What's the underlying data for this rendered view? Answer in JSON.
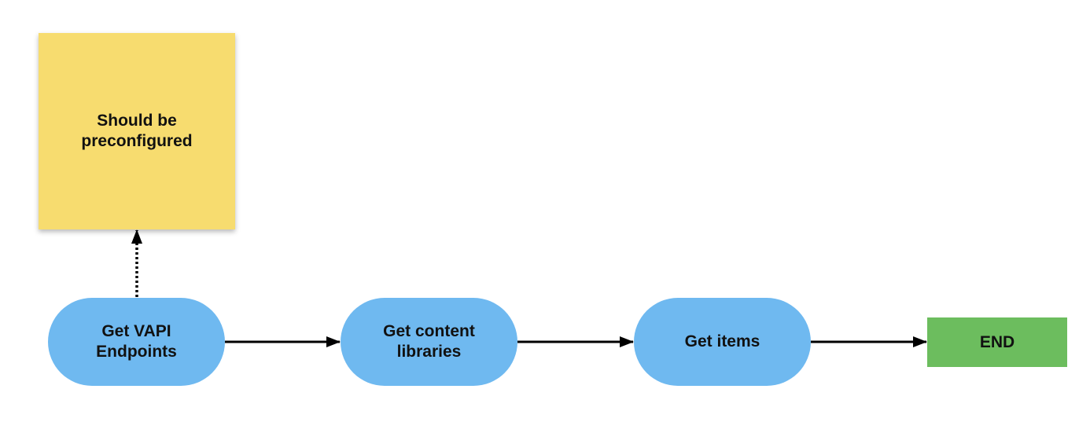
{
  "diagram": {
    "note": {
      "label": "Should be\npreconfigured",
      "color": "#f7dc6f"
    },
    "steps": [
      {
        "label": "Get VAPI\nEndpoints",
        "color": "#6fb9f0"
      },
      {
        "label": "Get content\nlibraries",
        "color": "#6fb9f0"
      },
      {
        "label": "Get items",
        "color": "#6fb9f0"
      }
    ],
    "end": {
      "label": "END",
      "color": "#6cbd5e"
    }
  }
}
